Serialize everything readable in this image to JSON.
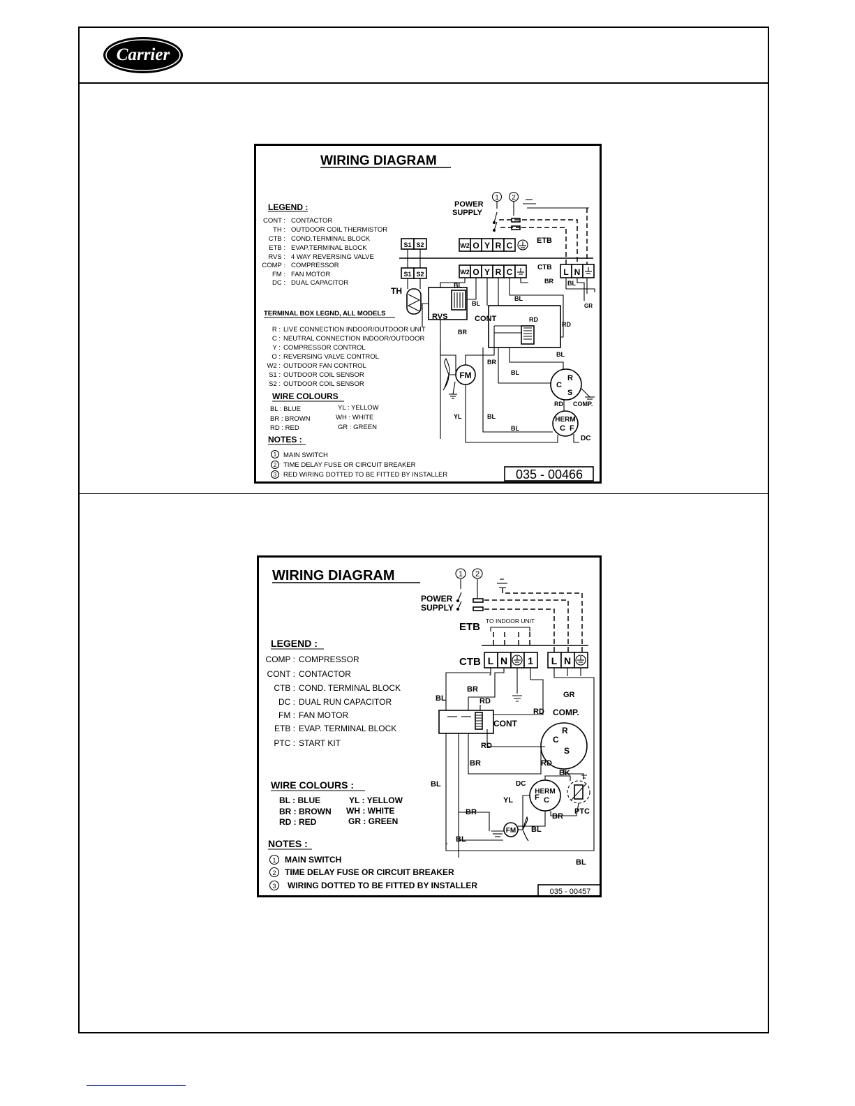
{
  "logo": {
    "text": "Carrier"
  },
  "diagram1": {
    "title": "WIRING DIAGRAM",
    "legend_title": "LEGEND :",
    "legend": [
      {
        "code": "CONT :",
        "desc": "CONTACTOR"
      },
      {
        "code": "TH :",
        "desc": "OUTDOOR COIL THERMISTOR"
      },
      {
        "code": "CTB :",
        "desc": "COND.TERMINAL BLOCK"
      },
      {
        "code": "ETB :",
        "desc": "EVAP.TERMINAL BLOCK"
      },
      {
        "code": "RVS :",
        "desc": "4 WAY REVERSING VALVE"
      },
      {
        "code": "COMP :",
        "desc": "COMPRESSOR"
      },
      {
        "code": "FM :",
        "desc": "FAN MOTOR"
      },
      {
        "code": "DC :",
        "desc": "DUAL CAPACITOR"
      }
    ],
    "terminal_title": "TERMINAL BOX LEGND, ALL MODELS",
    "terminals": [
      {
        "code": "R :",
        "desc": "LIVE CONNECTION INDOOR/OUTDOOR UNIT"
      },
      {
        "code": "C :",
        "desc": "NEUTRAL CONNECTION INDOOR/OUTDOOR"
      },
      {
        "code": "Y :",
        "desc": "COMPRESSOR CONTROL"
      },
      {
        "code": "O :",
        "desc": "REVERSING VALVE CONTROL"
      },
      {
        "code": "W2 :",
        "desc": "OUTDOOR FAN CONTROL"
      },
      {
        "code": "S1 :",
        "desc": "OUTDOOR COIL SENSOR"
      },
      {
        "code": "S2 :",
        "desc": "OUTDOOR COIL SENSOR"
      }
    ],
    "colours_title": "WIRE COLOURS",
    "colours": [
      "BL : BLUE",
      "YL : YELLOW",
      "BR : BROWN",
      "WH : WHITE",
      "RD : RED",
      "GR : GREEN"
    ],
    "notes_title": "NOTES :",
    "notes": [
      {
        "num": "1",
        "text": "MAIN SWITCH"
      },
      {
        "num": "2",
        "text": "TIME DELAY FUSE OR CIRCUIT BREAKER"
      },
      {
        "num": "3",
        "text": "RED WIRING DOTTED TO BE FITTED BY INSTALLER"
      }
    ],
    "part_number": "035 - 00466",
    "labels": {
      "power": "POWER",
      "supply": "SUPPLY",
      "n1": "1",
      "n2": "2",
      "etb": "ETB",
      "ctb": "CTB",
      "etb_terms": [
        "W2",
        "O",
        "Y",
        "R",
        "C"
      ],
      "ctb_terms": [
        "W2",
        "O",
        "Y",
        "R",
        "C"
      ],
      "lnt": [
        "L",
        "N"
      ],
      "s1": "S1",
      "s2": "S2",
      "th": "TH",
      "rvs": "RVS",
      "cont": "CONT",
      "fm": "FM",
      "comp": "COMP.",
      "herm": "HERM",
      "dc": "DC",
      "cr": "C",
      "rr": "R",
      "sr": "S",
      "cf": "C",
      "ff": "F",
      "bl": "BL",
      "br": "BR",
      "rd": "RD",
      "yl": "YL",
      "gr": "GR"
    }
  },
  "diagram2": {
    "title": "WIRING DIAGRAM",
    "legend_title": "LEGEND :",
    "legend": [
      {
        "code": "COMP :",
        "desc": "COMPRESSOR"
      },
      {
        "code": "CONT :",
        "desc": "CONTACTOR"
      },
      {
        "code": "CTB :",
        "desc": "COND. TERMINAL BLOCK"
      },
      {
        "code": "DC :",
        "desc": "DUAL RUN CAPACITOR"
      },
      {
        "code": "FM :",
        "desc": "FAN MOTOR"
      },
      {
        "code": "ETB :",
        "desc": "EVAP. TERMINAL BLOCK"
      },
      {
        "code": "PTC :",
        "desc": "START KIT"
      }
    ],
    "colours_title": "WIRE COLOURS :",
    "colours": [
      "BL : BLUE",
      "YL : YELLOW",
      "BR : BROWN",
      "WH : WHITE",
      "RD : RED",
      "GR : GREEN"
    ],
    "notes_title": "NOTES :",
    "notes": [
      {
        "num": "1",
        "text": "MAIN SWITCH"
      },
      {
        "num": "2",
        "text": "TIME DELAY FUSE OR CIRCUIT BREAKER"
      },
      {
        "num": "3",
        "text": "WIRING DOTTED TO BE FITTED BY INSTALLER"
      }
    ],
    "part_number": "035 - 00457",
    "labels": {
      "power": "POWER",
      "supply": "SUPPLY",
      "n1": "1",
      "n2": "2",
      "etb": "ETB",
      "to_indoor": "TO INDOOR UNIT",
      "ctb": "CTB",
      "ctb_terms": [
        "L",
        "N",
        "1"
      ],
      "lnt": [
        "L",
        "N"
      ],
      "cont": "CONT",
      "comp": "COMP.",
      "herm": "HERM",
      "dc": "DC",
      "ptc": "PTC",
      "fm": "FM",
      "cr": "C",
      "rr": "R",
      "sr": "S",
      "fh": "F",
      "ch": "C",
      "bl": "BL",
      "br": "BR",
      "rd": "RD",
      "yl": "YL",
      "gr": "GR",
      "bk": "BK"
    }
  }
}
